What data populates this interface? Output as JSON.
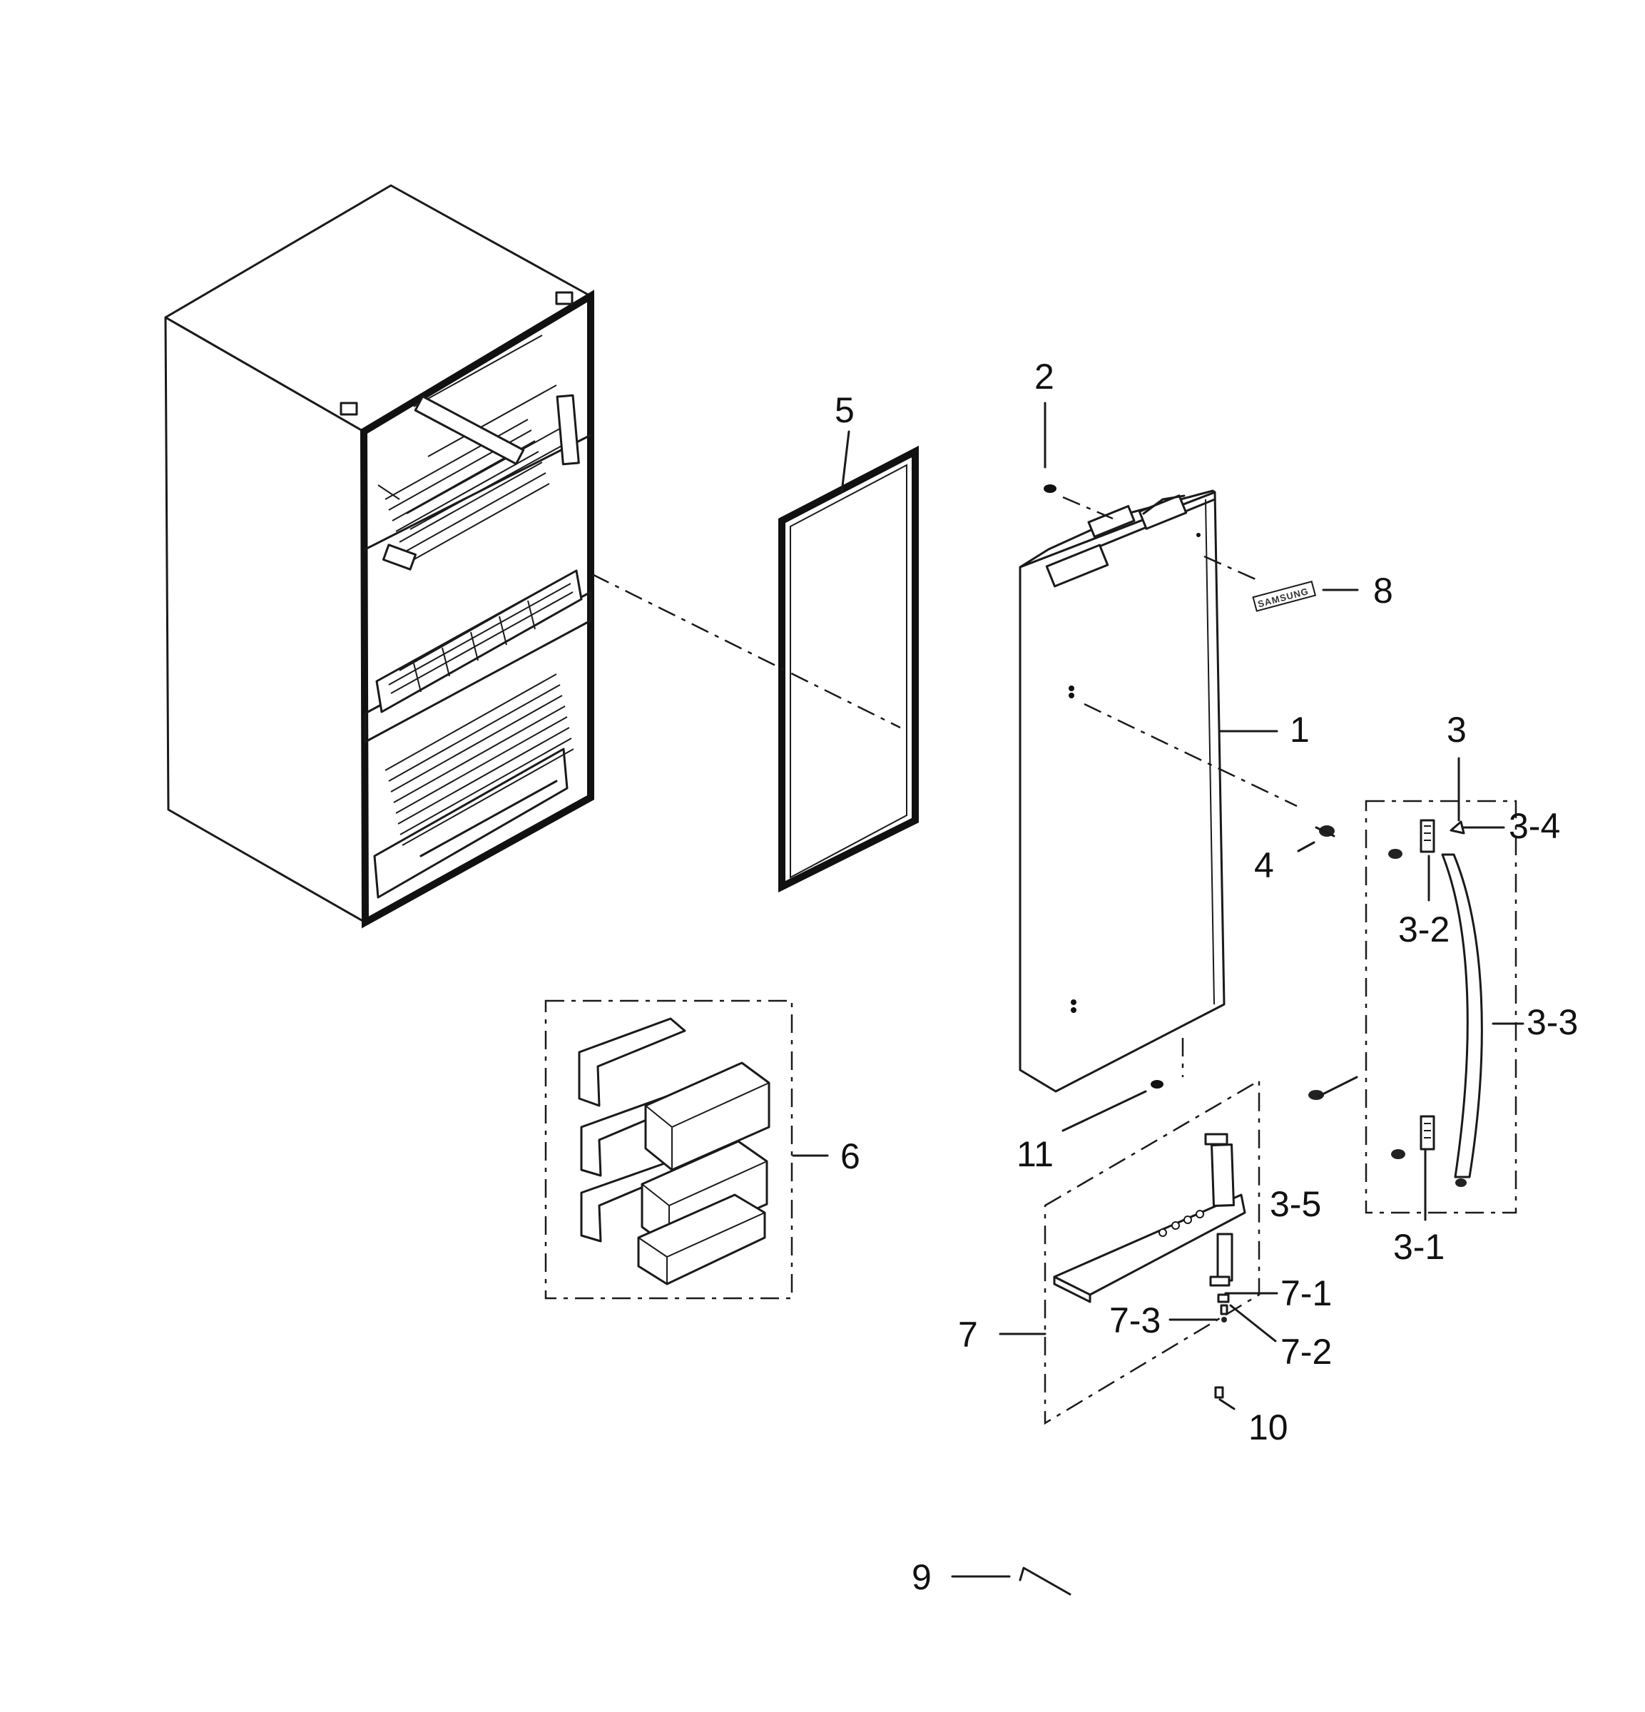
{
  "diagram": {
    "brand_badge": "SAMSUNG",
    "callouts": [
      {
        "id": "c1",
        "text": "1"
      },
      {
        "id": "c2",
        "text": "2"
      },
      {
        "id": "c3",
        "text": "3"
      },
      {
        "id": "c3-1",
        "text": "3-1"
      },
      {
        "id": "c3-2",
        "text": "3-2"
      },
      {
        "id": "c3-3",
        "text": "3-3"
      },
      {
        "id": "c3-4",
        "text": "3-4"
      },
      {
        "id": "c3-5",
        "text": "3-5"
      },
      {
        "id": "c4",
        "text": "4"
      },
      {
        "id": "c5",
        "text": "5"
      },
      {
        "id": "c6",
        "text": "6"
      },
      {
        "id": "c7",
        "text": "7"
      },
      {
        "id": "c7-1",
        "text": "7-1"
      },
      {
        "id": "c7-2",
        "text": "7-2"
      },
      {
        "id": "c7-3",
        "text": "7-3"
      },
      {
        "id": "c8",
        "text": "8"
      },
      {
        "id": "c9",
        "text": "9"
      },
      {
        "id": "c10",
        "text": "10"
      },
      {
        "id": "c11",
        "text": "11"
      }
    ]
  }
}
